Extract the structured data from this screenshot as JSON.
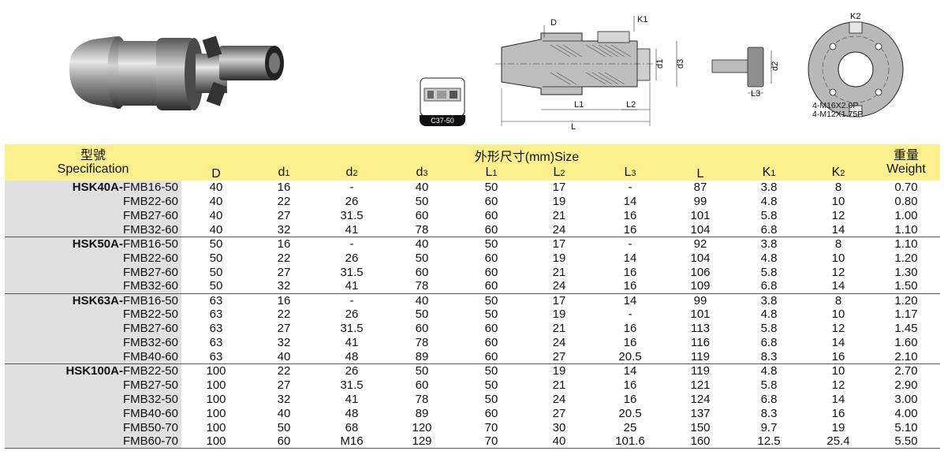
{
  "catalog_badge": {
    "code": "C37-50"
  },
  "drawing_labels": {
    "d": "D",
    "k1": "K1",
    "k2": "K2",
    "d1": "d1",
    "d3": "d3",
    "d2": "d2",
    "l1": "L1",
    "l2": "L2",
    "l3": "L3",
    "l": "L",
    "bolt_note_1": "4-M16X2.0P",
    "bolt_note_2": "4-M12X1.75P"
  },
  "table": {
    "header_spec_cn": "型號",
    "header_spec_en": "Specification",
    "header_size": "外形尺寸(mm)Size",
    "header_weight_cn": "重量",
    "header_weight_en": "Weight",
    "columns": [
      "D",
      "d1",
      "d2",
      "d3",
      "L1",
      "L2",
      "L3",
      "L",
      "K1",
      "K2"
    ],
    "rows": [
      {
        "prefix": "HSK40A-",
        "model": "FMB16-50",
        "cells": [
          "40",
          "16",
          "-",
          "40",
          "50",
          "17",
          "-",
          "87",
          "3.8",
          "8",
          "0.70"
        ]
      },
      {
        "prefix": "",
        "model": "FMB22-60",
        "cells": [
          "40",
          "22",
          "26",
          "50",
          "60",
          "19",
          "14",
          "99",
          "4.8",
          "10",
          "0.80"
        ]
      },
      {
        "prefix": "",
        "model": "FMB27-60",
        "cells": [
          "40",
          "27",
          "31.5",
          "60",
          "60",
          "21",
          "16",
          "101",
          "5.8",
          "12",
          "1.00"
        ]
      },
      {
        "prefix": "",
        "model": "FMB32-60",
        "cells": [
          "40",
          "32",
          "41",
          "78",
          "60",
          "24",
          "16",
          "104",
          "6.8",
          "14",
          "1.10"
        ]
      },
      {
        "prefix": "HSK50A-",
        "model": "FMB16-50",
        "cells": [
          "50",
          "16",
          "-",
          "40",
          "50",
          "17",
          "-",
          "92",
          "3.8",
          "8",
          "1.10"
        ]
      },
      {
        "prefix": "",
        "model": "FMB22-60",
        "cells": [
          "50",
          "22",
          "26",
          "50",
          "60",
          "19",
          "14",
          "104",
          "4.8",
          "10",
          "1.20"
        ]
      },
      {
        "prefix": "",
        "model": "FMB27-60",
        "cells": [
          "50",
          "27",
          "31.5",
          "60",
          "60",
          "21",
          "16",
          "106",
          "5.8",
          "12",
          "1.30"
        ]
      },
      {
        "prefix": "",
        "model": "FMB32-60",
        "cells": [
          "50",
          "32",
          "41",
          "78",
          "60",
          "24",
          "16",
          "109",
          "6.8",
          "14",
          "1.50"
        ]
      },
      {
        "prefix": "HSK63A-",
        "model": "FMB16-50",
        "cells": [
          "63",
          "16",
          "-",
          "40",
          "50",
          "17",
          "14",
          "99",
          "3.8",
          "8",
          "1.20"
        ]
      },
      {
        "prefix": "",
        "model": "FMB22-50",
        "cells": [
          "63",
          "22",
          "26",
          "50",
          "50",
          "19",
          "-",
          "101",
          "4.8",
          "10",
          "1.17"
        ]
      },
      {
        "prefix": "",
        "model": "FMB27-60",
        "cells": [
          "63",
          "27",
          "31.5",
          "60",
          "60",
          "21",
          "16",
          "113",
          "5.8",
          "12",
          "1.45"
        ]
      },
      {
        "prefix": "",
        "model": "FMB32-60",
        "cells": [
          "63",
          "32",
          "41",
          "78",
          "60",
          "24",
          "16",
          "116",
          "6.8",
          "14",
          "1.60"
        ]
      },
      {
        "prefix": "",
        "model": "FMB40-60",
        "cells": [
          "63",
          "40",
          "48",
          "89",
          "60",
          "27",
          "20.5",
          "119",
          "8.3",
          "16",
          "2.10"
        ]
      },
      {
        "prefix": "HSK100A-",
        "model": "FMB22-50",
        "cells": [
          "100",
          "22",
          "26",
          "50",
          "50",
          "19",
          "14",
          "119",
          "4.8",
          "10",
          "2.70"
        ]
      },
      {
        "prefix": "",
        "model": "FMB27-50",
        "cells": [
          "100",
          "27",
          "31.5",
          "60",
          "50",
          "21",
          "16",
          "121",
          "5.8",
          "12",
          "2.90"
        ]
      },
      {
        "prefix": "",
        "model": "FMB32-50",
        "cells": [
          "100",
          "32",
          "41",
          "78",
          "50",
          "24",
          "16",
          "124",
          "6.8",
          "14",
          "3.00"
        ]
      },
      {
        "prefix": "",
        "model": "FMB40-60",
        "cells": [
          "100",
          "40",
          "48",
          "89",
          "60",
          "27",
          "20.5",
          "137",
          "8.3",
          "16",
          "4.00"
        ]
      },
      {
        "prefix": "",
        "model": "FMB50-70",
        "cells": [
          "100",
          "50",
          "68",
          "120",
          "70",
          "30",
          "25",
          "150",
          "9.7",
          "19",
          "5.10"
        ]
      },
      {
        "prefix": "",
        "model": "FMB60-70",
        "cells": [
          "100",
          "60",
          "M16",
          "129",
          "70",
          "40",
          "101.6",
          "160",
          "12.5",
          "25.4",
          "5.50"
        ]
      }
    ]
  }
}
